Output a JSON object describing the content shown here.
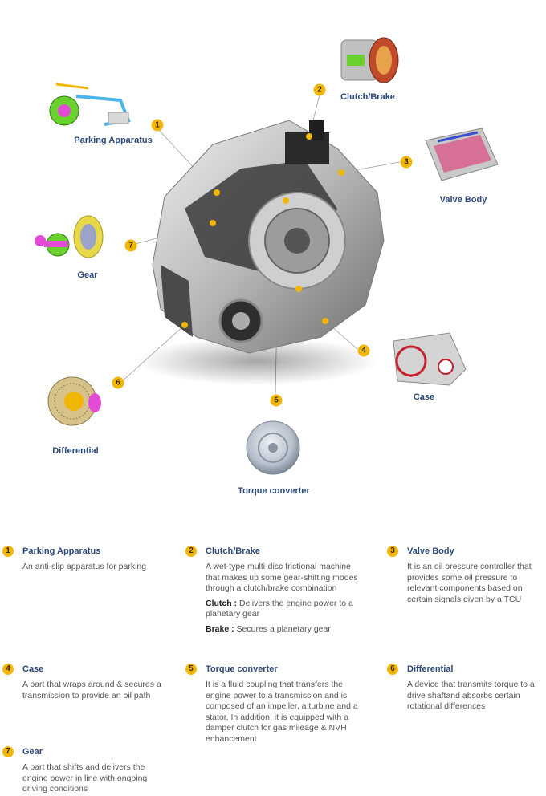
{
  "parts": [
    {
      "num": "1",
      "label": "Parking Apparatus"
    },
    {
      "num": "2",
      "label": "Clutch/Brake"
    },
    {
      "num": "3",
      "label": "Valve Body"
    },
    {
      "num": "4",
      "label": "Case"
    },
    {
      "num": "5",
      "label": "Torque converter"
    },
    {
      "num": "6",
      "label": "Differential"
    },
    {
      "num": "7",
      "label": "Gear"
    }
  ],
  "descriptions": [
    {
      "num": "1",
      "title": "Parking Apparatus",
      "body": "An anti-slip apparatus for parking"
    },
    {
      "num": "2",
      "title": "Clutch/Brake",
      "body": "A wet-type multi-disc frictional machine that makes up some gear-shifting modes through a clutch/brake combination",
      "defs": [
        {
          "term": "Clutch :",
          "text": "Delivers the engine power to a planetary gear"
        },
        {
          "term": "Brake :",
          "text": "Secures a planetary gear"
        }
      ]
    },
    {
      "num": "3",
      "title": "Valve Body",
      "body": "It is an oil pressure controller that provides some oil pressure to relevant components based on certain signals given by a TCU"
    },
    {
      "num": "4",
      "title": "Case",
      "body": "A part that wraps around & secures a transmission to provide an oil path"
    },
    {
      "num": "5",
      "title": "Torque converter",
      "body": "It is a fluid coupling that transfers the engine power to a transmission and is composed of an impeller, a turbine and a stator. In addition, it is equipped with a damper clutch for gas mileage & NVH enhancement"
    },
    {
      "num": "6",
      "title": "Differential",
      "body": "A device that transmits torque to a drive shaftand absorbs certain rotational differences"
    },
    {
      "num": "7",
      "title": "Gear",
      "body": "A part that shifts  and delivers the engine power in line with ongoing driving conditions"
    }
  ],
  "colors": {
    "badge": "#f2b705",
    "title": "#2d4a7a",
    "text": "#555555"
  }
}
